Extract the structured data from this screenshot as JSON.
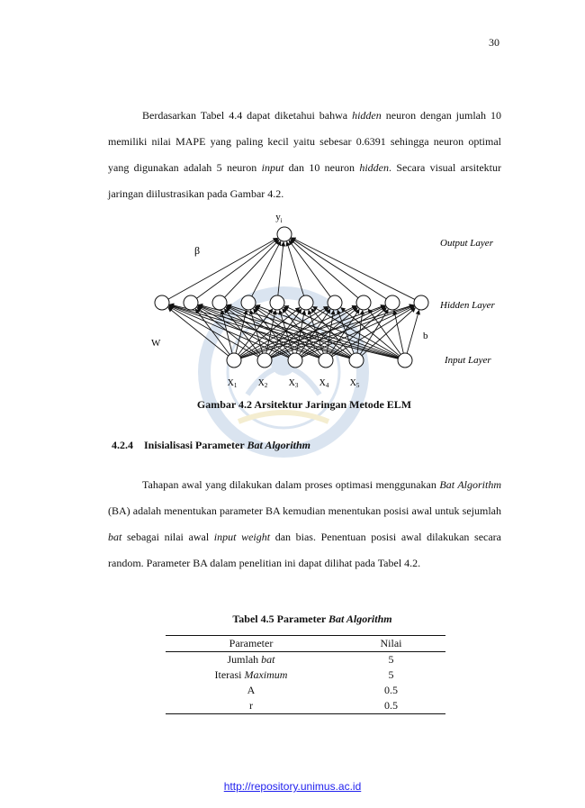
{
  "page_number": "30",
  "paragraph1": [
    {
      "t": "Berdasarkan Tabel 4.4 dapat diketahui bahwa "
    },
    {
      "t": "hidden",
      "i": true
    },
    {
      "t": " neuron dengan jumlah 10 memiliki nilai MAPE yang paling kecil yaitu sebesar 0.6391 sehingga neuron optimal yang digunakan adalah 5 neuron "
    },
    {
      "t": "input",
      "i": true
    },
    {
      "t": " dan 10 neuron "
    },
    {
      "t": "hidden",
      "i": true
    },
    {
      "t": ". Secara visual arsitektur jaringan diilustrasikan pada Gambar 4.2."
    }
  ],
  "figure": {
    "output_label": "y",
    "output_subscript": "i",
    "beta_label": "β",
    "w_label": "W",
    "b_label": "b",
    "layer_labels": [
      "Output Layer",
      "Hidden Layer",
      "Input Layer"
    ],
    "input_labels": [
      {
        "base": "X",
        "sub": "1"
      },
      {
        "base": "X",
        "sub": "2"
      },
      {
        "base": "X",
        "sub": "3"
      },
      {
        "base": "X",
        "sub": "4"
      },
      {
        "base": "X",
        "sub": "5"
      }
    ],
    "hidden_count": 10,
    "input_count": 5,
    "caption": "Gambar 4.2 Arsitektur Jaringan Metode ELM"
  },
  "section": {
    "number": "4.2.4",
    "title_parts": [
      {
        "t": "Inisialisasi Parameter "
      },
      {
        "t": "Bat Algorithm",
        "i": true
      }
    ]
  },
  "paragraph2": [
    {
      "t": "Tahapan awal yang dilakukan dalam proses optimasi menggunakan "
    },
    {
      "t": "Bat Algorithm",
      "i": true
    },
    {
      "t": " (BA) adalah menentukan parameter BA kemudian menentukan posisi awal untuk sejumlah "
    },
    {
      "t": "bat",
      "i": true
    },
    {
      "t": " sebagai nilai awal "
    },
    {
      "t": "input weight",
      "i": true
    },
    {
      "t": " dan bias. Penentuan posisi awal dilakukan secara random. Parameter BA dalam penelitian ini dapat dilihat pada Tabel 4.2."
    }
  ],
  "table": {
    "caption_parts": [
      {
        "t": "Tabel 4.5 Parameter "
      },
      {
        "t": "Bat Algorithm",
        "i": true
      }
    ],
    "headers": [
      "Parameter",
      "Nilai"
    ],
    "rows": [
      {
        "param": [
          {
            "t": "Jumlah "
          },
          {
            "t": "bat",
            "i": true
          }
        ],
        "value": "5"
      },
      {
        "param": [
          {
            "t": "Iterasi "
          },
          {
            "t": "Maximum",
            "i": true
          }
        ],
        "value": "5"
      },
      {
        "param": [
          {
            "t": "A"
          }
        ],
        "value": "0.5"
      },
      {
        "param": [
          {
            "t": "r"
          }
        ],
        "value": "0.5"
      }
    ]
  },
  "footer_url": "http://repository.unimus.ac.id",
  "colors": {
    "link": "#2222ee",
    "watermark": "#3a6fb0",
    "text": "#111111"
  }
}
